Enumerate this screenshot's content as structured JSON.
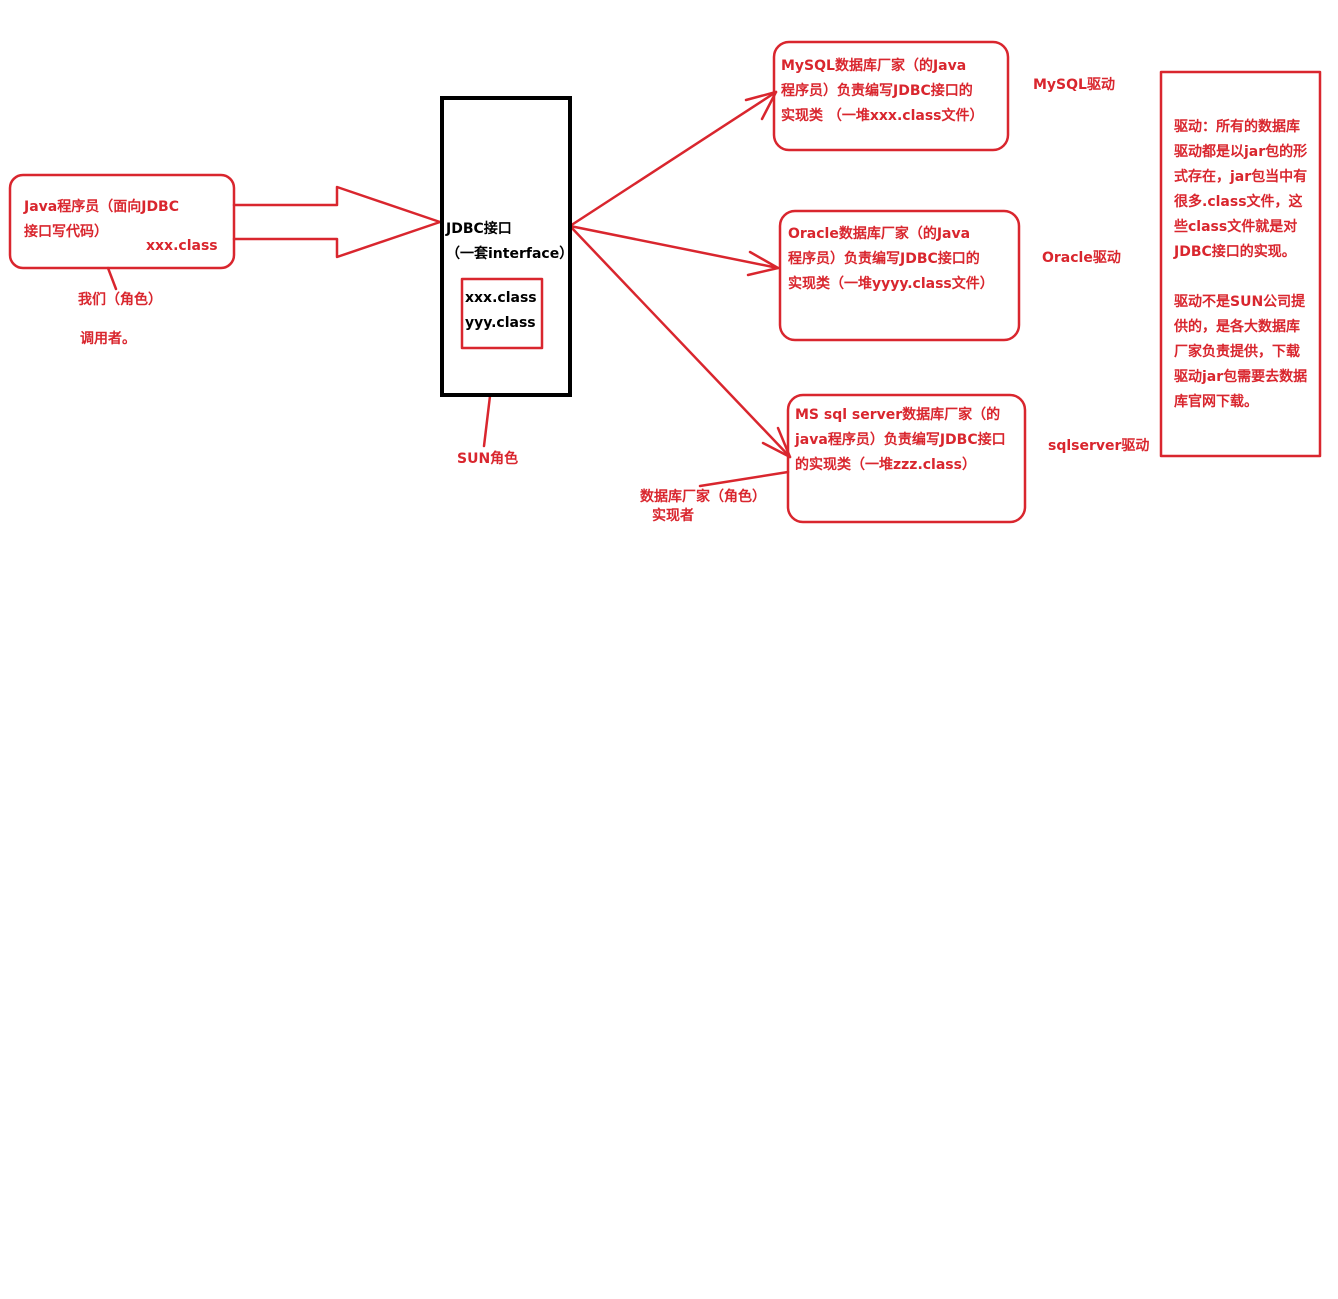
{
  "colors": {
    "red": "#d9262e",
    "black": "#000000",
    "background": "#ffffff"
  },
  "programmer": {
    "line1": "Java程序员（面向JDBC",
    "line2": "接口写代码）",
    "class_file": "xxx.class",
    "role": "我们（角色）",
    "role_desc": "调用者。"
  },
  "jdbc": {
    "title": "JDBC接口",
    "subtitle": "（一套interface）",
    "class1": "xxx.class",
    "class2": "yyy.class",
    "role": "SUN角色"
  },
  "vendors": [
    {
      "line1": "MySQL数据库厂家（的Java",
      "line2": "程序员）负责编写JDBC接口的",
      "line3": "实现类 （一堆xxx.class文件）",
      "driver": "MySQL驱动"
    },
    {
      "line1": "Oracle数据库厂家（的Java",
      "line2": "程序员）负责编写JDBC接口的",
      "line3": "实现类（一堆yyyy.class文件）",
      "driver": "Oracle驱动"
    },
    {
      "line1": "MS sql server数据库厂家（的",
      "line2": "java程序员）负责编写JDBC接口",
      "line3": "的实现类（一堆zzz.class）",
      "driver": "sqlserver驱动"
    }
  ],
  "vendor_role": {
    "line1": "数据库厂家（角色）",
    "line2": "实现者"
  },
  "note": {
    "lines": [
      "驱动：所有的数据库",
      "驱动都是以jar包的形",
      "式存在，jar包当中有",
      "很多.class文件，这",
      "些class文件就是对",
      "JDBC接口的实现。",
      "",
      "驱动不是SUN公司提",
      "供的，是各大数据库",
      "厂家负责提供，下载",
      "驱动jar包需要去数据",
      "库官网下载。"
    ]
  }
}
